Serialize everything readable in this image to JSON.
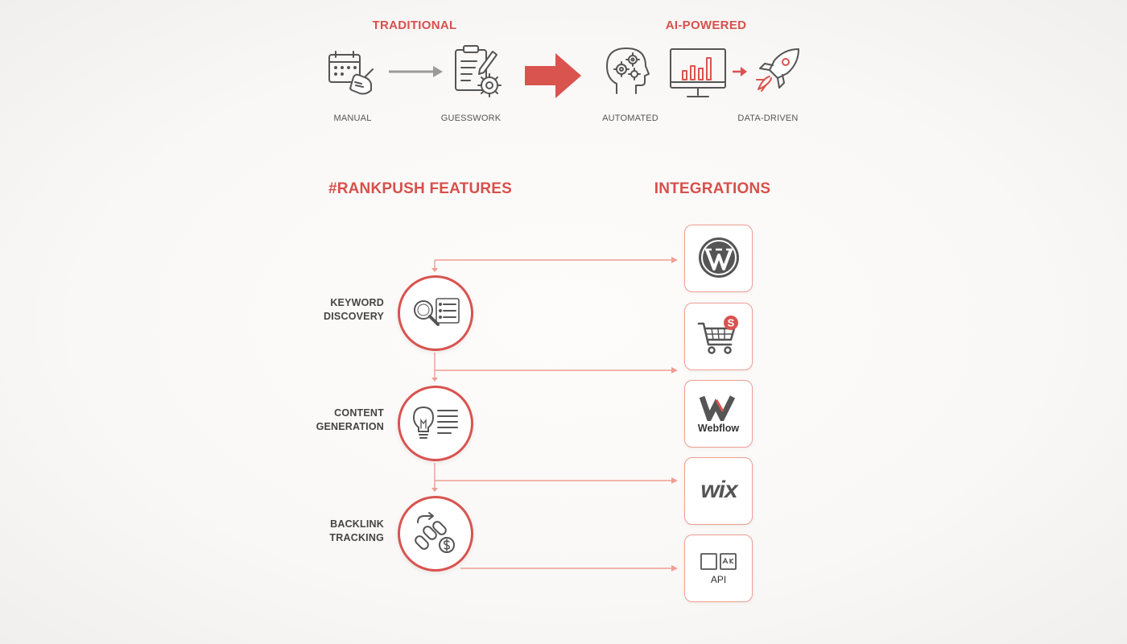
{
  "flow": {
    "traditional_title": "TRADITIONAL",
    "ai_title": "AI-POWERED",
    "steps": [
      {
        "label": "MANUAL",
        "icon": "calendar-hand-icon"
      },
      {
        "label": "GUESSWORK",
        "icon": "clipboard-gear-icon"
      },
      {
        "label": "AUTOMATED",
        "icon": "brain-gears-icon"
      },
      {
        "label": "DATA-DRIVEN",
        "icon": "rocket-icon"
      }
    ]
  },
  "features": {
    "title": "#RANKPUSH FEATURES",
    "items": [
      {
        "line1": "KEYWORD",
        "line2": "DISCOVERY",
        "icon": "magnifier-list-icon"
      },
      {
        "line1": "CONTENT",
        "line2": "GENERATION",
        "icon": "lightbulb-text-icon"
      },
      {
        "line1": "BACKLINK",
        "line2": "TRACKING",
        "icon": "link-dollar-icon"
      }
    ]
  },
  "integrations": {
    "title": "INTEGRATIONS",
    "items": [
      {
        "label": "",
        "icon": "wordpress-icon"
      },
      {
        "label": "",
        "icon": "shopify-cart-icon"
      },
      {
        "label": "Webflow",
        "icon": "webflow-icon"
      },
      {
        "label": "",
        "icon": "wix-icon"
      },
      {
        "label": "API",
        "icon": "api-windows-icon"
      }
    ]
  },
  "colors": {
    "accent": "#d9534f",
    "connector": "#ef9e93",
    "icon_gray": "#555555"
  }
}
